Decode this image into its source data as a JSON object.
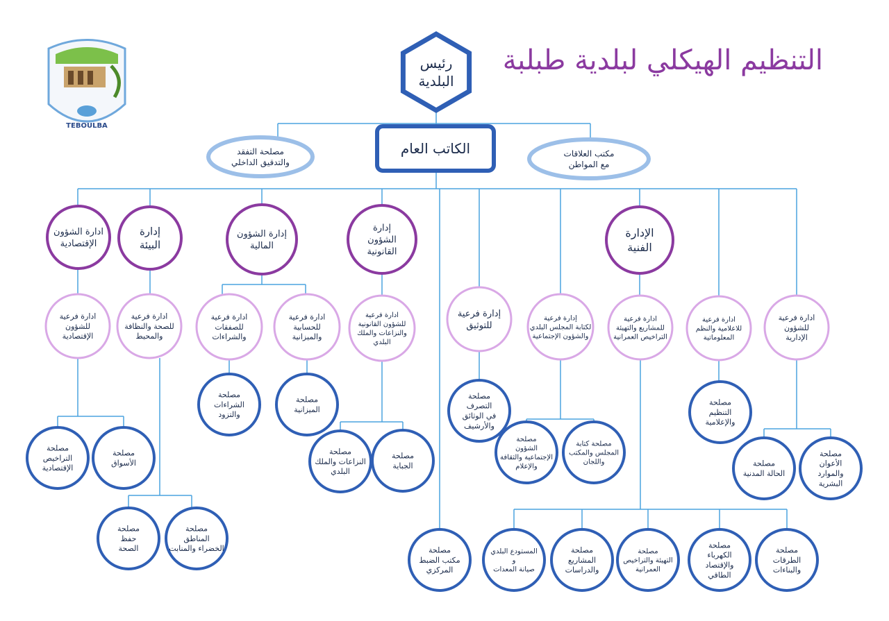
{
  "title": "التنظيم الهيكلي لبلدية طبلبة",
  "logo": {
    "name_ar": "طبلبة",
    "name_en": "TEBOULBA"
  },
  "colors": {
    "dark_blue": "#2f5fb5",
    "light_blue": "#9cbfe8",
    "purple": "#8b3aa0",
    "pink": "#d9a8e6",
    "line": "#4aa3df"
  },
  "nodes": {
    "mayor": [
      "رئيس",
      "البلدية"
    ],
    "secretary": [
      "الكاتب العام"
    ],
    "inspection": [
      "مصلحة التفقد",
      "والتدقيق الداخلي"
    ],
    "relations": [
      "مكتب العلاقات",
      "مع المواطن"
    ],
    "dir_eco": [
      "ادارة الشؤون",
      "الإقتصادية"
    ],
    "dir_env": [
      "إدارة",
      "البيئة"
    ],
    "dir_fin": [
      "إدارة الشؤون",
      "المالية"
    ],
    "dir_leg": [
      "إدارة",
      "الشؤون",
      "القانونية"
    ],
    "dir_tech": [
      "الإدارة",
      "الفنية"
    ],
    "sub_eco": [
      "ادارة فرعية",
      "للشؤون",
      "الإقتصادية"
    ],
    "sub_env": [
      "ادارة فرعية",
      "للصحة والنظافة",
      "والمحيط"
    ],
    "sub_purch": [
      "ادارة فرعية",
      "للصفقات",
      "والشراءات"
    ],
    "sub_budget": [
      "ادارة فرعية",
      "للحسابية",
      "والميزانية"
    ],
    "sub_leg": [
      "ادارة فرعية",
      "للشؤون القانونية",
      "والنزاعات والملك",
      "البلدي"
    ],
    "sub_doc": [
      "إدارة فرعية",
      "للتوثيق"
    ],
    "sub_council": [
      "إدارة فرعية",
      "لكتابة المجلس البلدي",
      "والشؤون الإجتماعية"
    ],
    "sub_projects": [
      "ادارة فرعية",
      "للمشاريع والتهيئة",
      "التراخيص العمرانية"
    ],
    "sub_media": [
      "ادارة فرعية",
      "للاعلامية والنظم",
      "المعلوماتية"
    ],
    "sub_admin": [
      "ادارة فرعية",
      "للشؤون",
      "الإدارية"
    ],
    "svc_purch": [
      "مصلحة",
      "الشراءات",
      "والتزود"
    ],
    "svc_budget": [
      "مصلحة",
      "الميزانية"
    ],
    "svc_docs": [
      "مصلحة",
      "التصرف",
      "في الوثائق",
      "والأرشيف"
    ],
    "svc_org": [
      "مصلحة",
      "التنظيم",
      "والإعلامية"
    ],
    "svc_disputes": [
      "مصلحة",
      "النزاعات والملك",
      "البلدي"
    ],
    "svc_collect": [
      "مصلحة",
      "الجباية"
    ],
    "svc_social": [
      "مصلحة",
      "الشؤون",
      "الإجتماعية والثقافة",
      "والإعلام"
    ],
    "svc_council": [
      "مصلحة كتابة",
      "المجلس والمكتب",
      "واللجان"
    ],
    "svc_licenses": [
      "مصلحة",
      "التراخيص",
      "الإقتصادية"
    ],
    "svc_markets": [
      "مصلحة",
      "الأسواق"
    ],
    "svc_civil": [
      "مصلحة",
      "الحالة المدنية"
    ],
    "svc_hr": [
      "مصلحة",
      "الأعوان",
      "والموارد",
      "البشرية"
    ],
    "svc_health": [
      "مصلحة",
      "حفظ",
      "الصحة"
    ],
    "svc_green": [
      "مصلحة",
      "المناطق",
      "الخضراء والمنابت"
    ],
    "svc_registry": [
      "مصلحة",
      "مكتب الضبط",
      "المركزي"
    ],
    "svc_depot": [
      "المستودع البلدي",
      "و",
      "صيانة المعدات"
    ],
    "svc_projects": [
      "مصلحة",
      "المشاريع",
      "والدراسات"
    ],
    "svc_planning": [
      "مصلحة",
      "التهيئة والتراخيص",
      "العمرانية"
    ],
    "svc_power": [
      "مصلحة",
      "الكهرباء",
      "والإقتصاد",
      "الطاقي"
    ],
    "svc_roads": [
      "مصلحة",
      "الطرقات",
      "والبناءات"
    ]
  }
}
